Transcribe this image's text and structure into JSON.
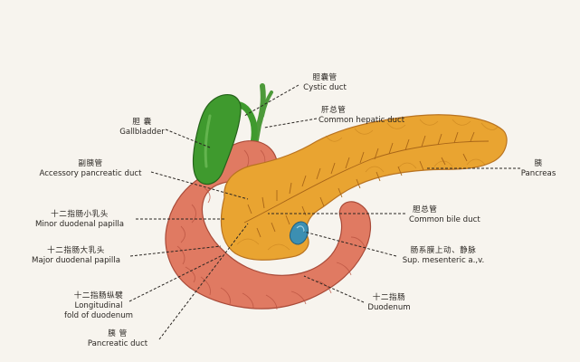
{
  "labels": {
    "cystic_duct": {
      "zh": "胆囊管",
      "en": "Cystic duct"
    },
    "common_hepatic_duct": {
      "zh": "肝总管",
      "en": "Common hepatic duct"
    },
    "gallbladder": {
      "zh": "胆 囊",
      "en": "Gallbladder"
    },
    "accessory_pancreatic_duct": {
      "zh": "副胰管",
      "en": "Accessory pancreatic duct"
    },
    "pancreas": {
      "zh": "胰",
      "en": "Pancreas"
    },
    "minor_papilla": {
      "zh": "十二指肠小乳头",
      "en": "Minor duodenal papilla"
    },
    "common_bile_duct": {
      "zh": "胆总管",
      "en": "Common bile duct"
    },
    "major_papilla": {
      "zh": "十二指肠大乳头",
      "en": "Major duodenal papilla"
    },
    "sup_mesenteric": {
      "zh": "肠系膜上动、静脉",
      "en": "Sup. mesenteric a.,v."
    },
    "longitudinal_fold": {
      "zh": "十二指肠纵襞",
      "en1": "Longitudinal",
      "en2": "fold of duodenum"
    },
    "duodenum": {
      "zh": "十二指肠",
      "en": "Duodenum"
    },
    "pancreatic_duct": {
      "zh": "胰 管",
      "en": "Pancreatic duct"
    }
  },
  "colors": {
    "background": "#f7f4ee",
    "gallbladder": "#3f9a2e",
    "pancreas": "#e9a431",
    "duodenum": "#e07a62",
    "vessel": "#3c8fb2",
    "leader_line": "#2a2622"
  }
}
